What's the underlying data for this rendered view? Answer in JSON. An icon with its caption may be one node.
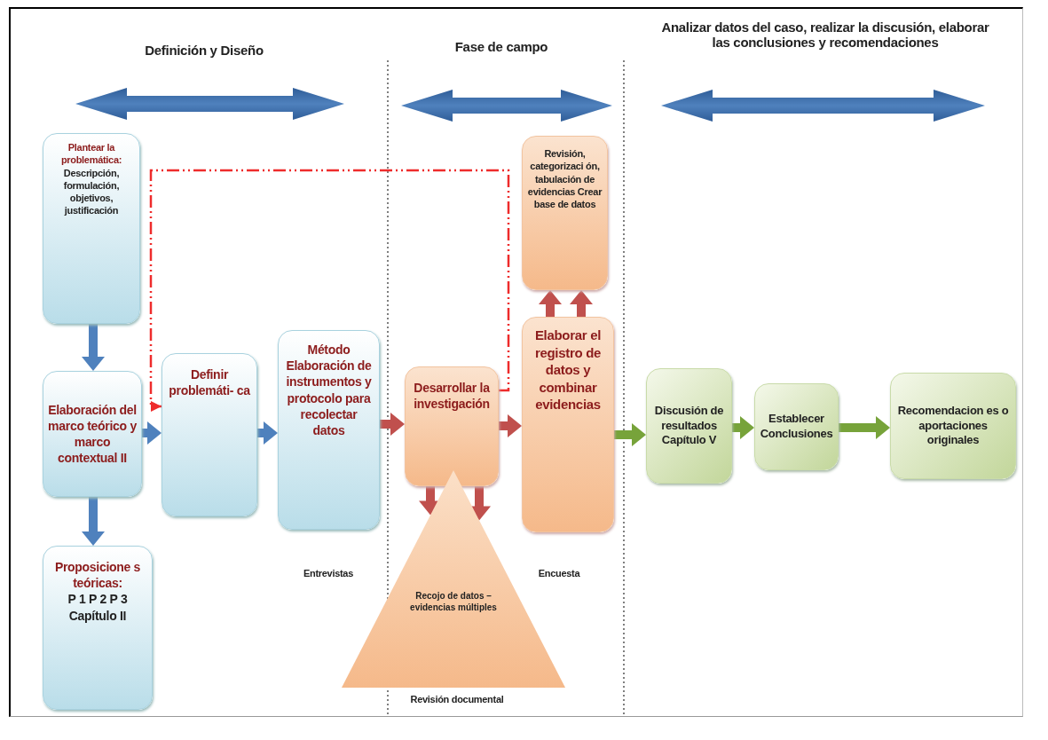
{
  "diagram": {
    "nodes": [
      {
        "text": [
          "Plantear la problemática:",
          "Descripción, formulación, objetivos, justificación"
        ]
      },
      {
        "text": [
          "Elaboración del marco teórico y marco contextual II"
        ]
      },
      {
        "text": [
          "Proposicione s teóricas:",
          "P 1 P 2 P 3 Capítulo II"
        ]
      },
      {
        "text": [
          "Definir problemáti- ca"
        ]
      },
      {
        "text": [
          "Método Elaboración de instrumentos y protocolo para recolectar datos"
        ]
      },
      {
        "text": [
          "Desarrollar la investigación"
        ]
      },
      {
        "text": [
          "Revisión, categorizaci ón, tabulación de evidencias Crear base de datos"
        ]
      },
      {
        "text": [
          "Elaborar el registro de datos y combinar evidencias"
        ]
      },
      {
        "text": [
          "Recojo de datos – evidencias múltiples"
        ]
      },
      {
        "text": [
          "Discusión de resultados Capítulo V"
        ]
      },
      {
        "text": [
          "Establecer Conclusiones"
        ]
      },
      {
        "text": [
          "Recomendacion es o aportaciones originales"
        ]
      }
    ],
    "edges": [
      {
        "from": 0,
        "to": 1,
        "arrow": "to",
        "color": "#4f81bd"
      },
      {
        "from": 1,
        "to": 2,
        "arrow": "to",
        "color": "#4f81bd"
      },
      {
        "from": 1,
        "to": 3,
        "arrow": "to",
        "color": "#4f81bd"
      },
      {
        "from": 3,
        "to": 4,
        "arrow": "to",
        "color": "#4f81bd"
      },
      {
        "from": 4,
        "to": 5,
        "arrow": "to"
      },
      {
        "from": 5,
        "to": 7,
        "arrow": "to"
      },
      {
        "from": 7,
        "to": 6,
        "arrow": "to"
      },
      {
        "from": 7,
        "to": 6,
        "arrow": "to"
      },
      {
        "from": 5,
        "to": 8,
        "arrow": "to"
      },
      {
        "from": 5,
        "to": 8,
        "arrow": "to"
      },
      {
        "from": 7,
        "to": 9,
        "arrow": "to",
        "color": "#77a33a"
      },
      {
        "from": 9,
        "to": 10,
        "arrow": "to",
        "color": "#77a33a"
      },
      {
        "from": 10,
        "to": 11,
        "arrow": "to",
        "color": "#77a33a"
      },
      {
        "from": 5,
        "to": 3,
        "arrow": "to",
        "style": "dashed",
        "color": "#ee2c2c"
      }
    ],
    "labels": [
      "Definición y Diseño",
      "Fase de campo",
      "Analizar datos del caso, realizar la discusión, elaborar las conclusiones y recomendaciones",
      "Entrevistas",
      "Encuesta",
      "Revisión documental"
    ]
  }
}
